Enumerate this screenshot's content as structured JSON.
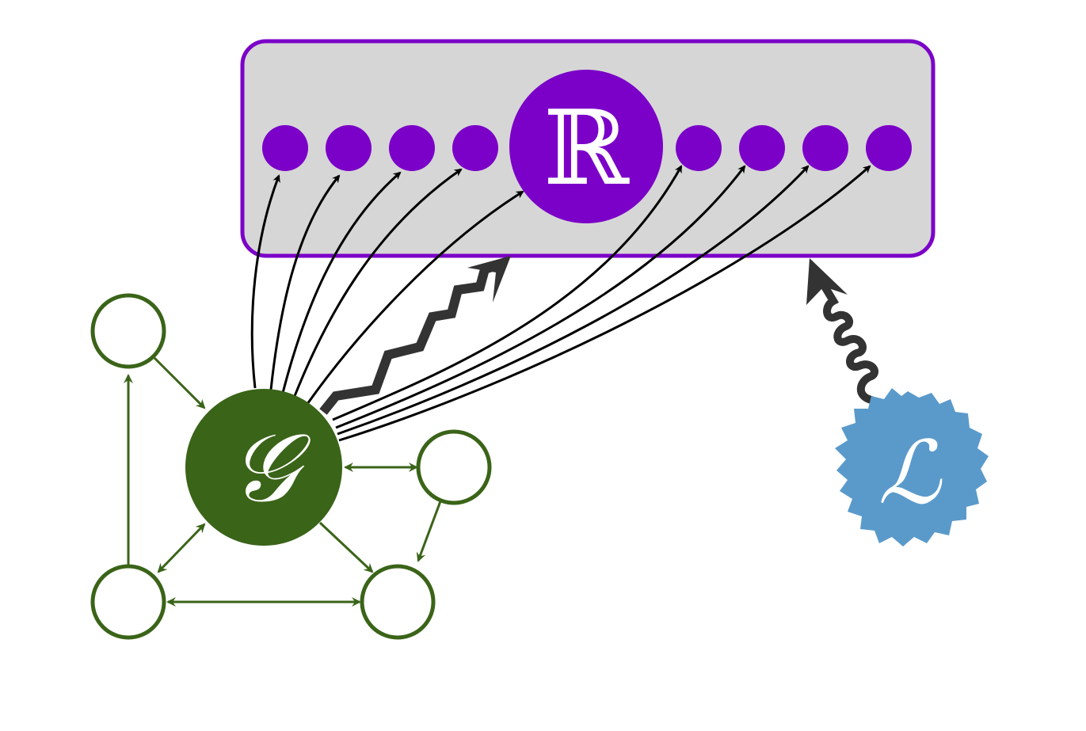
{
  "colors": {
    "purple": "#7B00C8",
    "panel_fill": "#D6D6D6",
    "green": "#3A6418",
    "blue": "#5A9ACB",
    "dark_arrow": "#333333",
    "black": "#000000",
    "white": "#FFFFFF"
  },
  "labels": {
    "r_node": "ℝ",
    "g_node": "𝒢",
    "l_node": "ℒ"
  },
  "icons": {
    "g_node": "script-g-circle",
    "r_node": "double-struck-r-circle",
    "l_node": "script-l-splat"
  }
}
